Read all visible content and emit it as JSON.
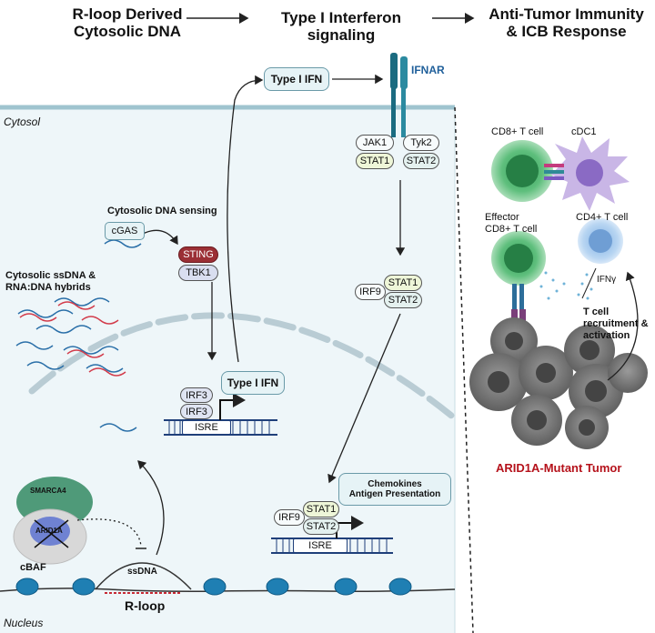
{
  "header": {
    "step1": [
      "R-loop Derived",
      "Cytosolic DNA"
    ],
    "step2": "Type I Interferon signaling",
    "step3": [
      "Anti-Tumor Immunity",
      "& ICB Response"
    ]
  },
  "cell": {
    "cytosol_label": "Cytosol",
    "nucleus_label": "Nucleus",
    "type1_ifn_top": "Type I IFN",
    "ifnar_label": "IFNAR",
    "jak1": "JAK1",
    "tyk2": "Tyk2",
    "stat1": "STAT1",
    "stat2": "STAT2",
    "irf9": "IRF9",
    "cgas_title": "Cytosolic DNA sensing",
    "cgas": "cGAS",
    "sting": "STING",
    "tbk1": "TBK1",
    "ssdna_title": [
      "Cytosolic ssDNA &",
      "RNA:DNA hybrids"
    ],
    "irf3": "IRF3",
    "isre": "ISRE",
    "type1_ifn_gene": "Type I IFN",
    "chemokines": [
      "Chemokines",
      "Antigen Presentation"
    ],
    "smarca4": "SMARCA4",
    "arid1a": "ARID1A",
    "cbaf": "cBAF",
    "ssdna": "ssDNA",
    "rloop": "R-loop"
  },
  "immune": {
    "cd8": "CD8+ T cell",
    "cdc1": "cDC1",
    "effector": [
      "Effector",
      "CD8+ T cell"
    ],
    "cd4": "CD4+ T cell",
    "ifng": "IFNγ",
    "recruit": [
      "T cell",
      "recruitment &",
      "activation"
    ],
    "tumor": "ARID1A-Mutant Tumor"
  },
  "colors": {
    "stat1_fill": "#eef6d8",
    "stat2_fill": "#e4f1ef",
    "sting_fill": "#9b2f35",
    "tbk1_fill": "#d9def0",
    "tumor_text": "#b5121b",
    "ifnar_text": "#1f5f9a",
    "cell_bg": "#eef6f9"
  }
}
